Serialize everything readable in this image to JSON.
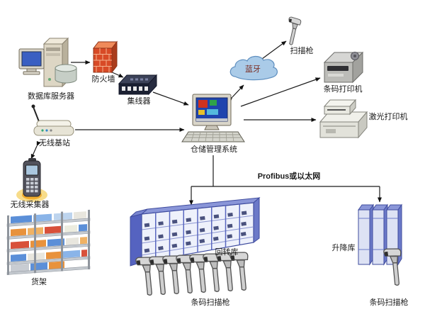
{
  "diagram": {
    "bus_label": "Profibus或以太网",
    "nodes": {
      "database_server": "数据库服务器",
      "firewall": "防火墙",
      "hub": "集线器",
      "bluetooth": "蓝牙",
      "handheld_scanner": "扫描枪",
      "barcode_printer": "条码打印机",
      "laser_printer": "激光打印机",
      "wms_computer": "仓储管理系统",
      "wireless_base_station": "无线基站",
      "wireless_collector": "无线采集器",
      "storage_rack": "货架",
      "carousel_warehouse": "回转库",
      "barcode_scanner_row": "条码扫描枪",
      "lift_warehouse": "升降库",
      "barcode_scanner_single": "条码扫描枪"
    },
    "colors": {
      "structure_blue": "#6b79c8",
      "structure_light": "#eef1fb",
      "firewall_red": "#d84a26",
      "cloud_blue": "#aacbe8",
      "glow_orange": "#f0ad2e"
    }
  }
}
